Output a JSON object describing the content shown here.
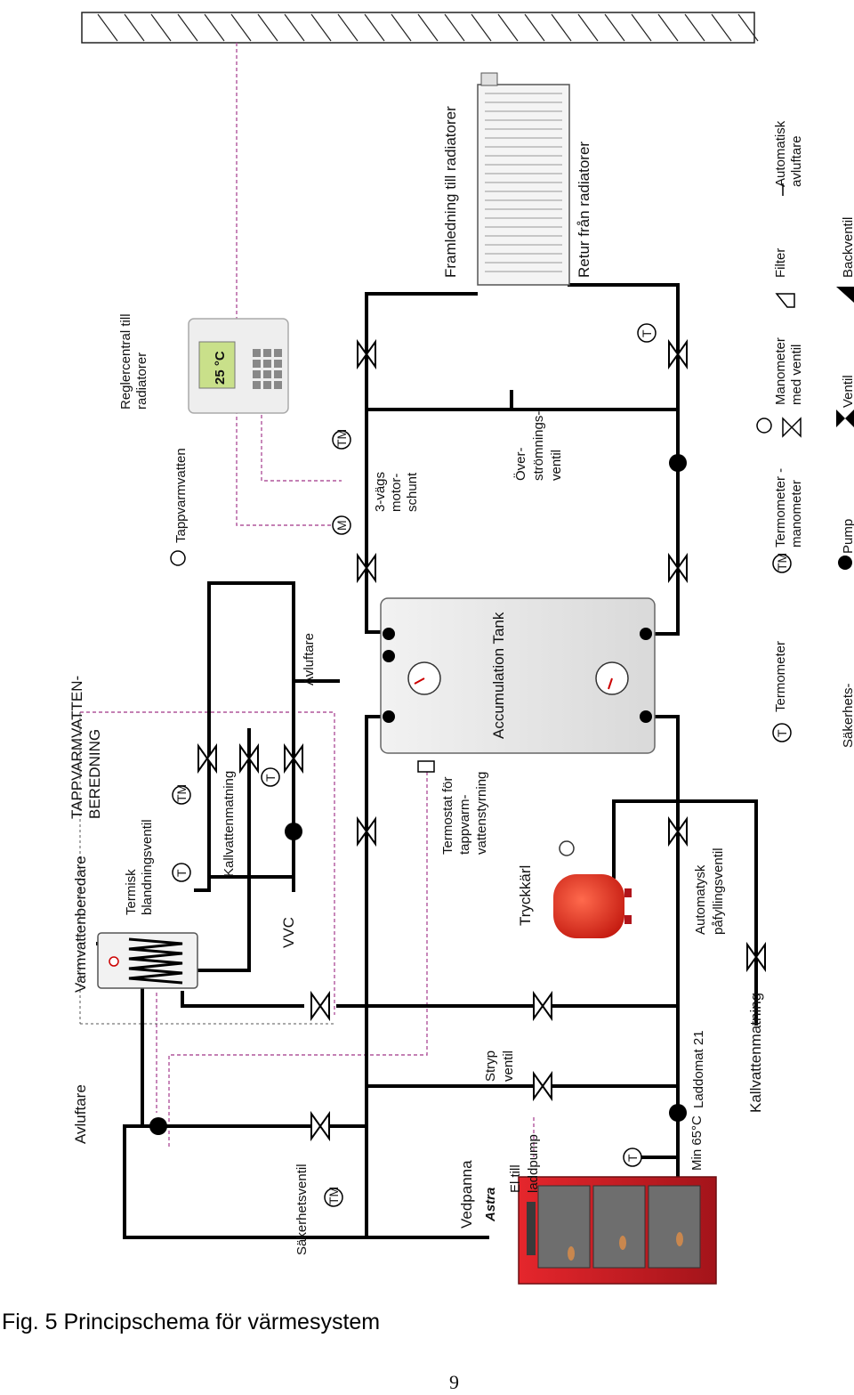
{
  "diagram": {
    "caption": "Fig. 5 Principschema för värmesystem",
    "page_number": "9",
    "labels": {
      "avluftare_top": "Avluftare",
      "varmvattenberedare": "Varmvattenberedare",
      "tappvarmvatten_beredning_1": "TAPPVARMVATTEN-",
      "tappvarmvatten_beredning_2": "BEREDNING",
      "termisk_1": "Termisk",
      "termisk_2": "blandningsventil",
      "kallvattenmatning_top": "Kallvattenmatning",
      "vvc": "VVC",
      "tappvarmvatten": "Tappvarmvatten",
      "reglercentral_1": "Reglercentral till",
      "reglercentral_2": "radiatorer",
      "display_value": "25 °C",
      "sakerhetsventil": "Säkerhetsventil",
      "avluftare_mid": "Avluftare",
      "vedpanna": "Vedpanna",
      "astra_logo": "Astra",
      "el_laddpump_1": "El till",
      "el_laddpump_2": "laddpump",
      "stryp_1": "Stryp",
      "stryp_2": "ventil",
      "termostat_1": "Termostat för",
      "termostat_2": "tappvarm-",
      "termostat_3": "vattenstyrning",
      "accumulation_tank": "Accumulation Tank",
      "tryckkarl": "Tryckkärl",
      "trevags_1": "3-vägs",
      "trevags_2": "motor-",
      "trevags_3": "schunt",
      "overstromning_1": "Över-",
      "overstromning_2": "strömnings-",
      "overstromning_3": "ventil",
      "framledning": "Framledning till radiatorer",
      "retur": "Retur från radiatorer",
      "min65": "Min 65°C",
      "laddomat": "Laddomat 21",
      "kallvattenmatning_bottom": "Kallvattenmatning",
      "automatisk_pafyllning_1": "Automatysk",
      "automatisk_pafyllning_2": "påfyllingsventil",
      "symbol_T": "T",
      "symbol_TM": "TM",
      "symbol_M": "M"
    },
    "legend": {
      "termometer": "Termometer",
      "termometer_manometer_1": "Termometer -",
      "termometer_manometer_2": "manometer",
      "manometer_ventil_1": "Manometer",
      "manometer_ventil_2": "med ventil",
      "filter": "Filter",
      "automatisk_avluftare_1": "Automatisk",
      "automatisk_avluftare_2": "avluftare",
      "sakerhets": "Säkerhets-",
      "pump": "Pump",
      "ventil": "Ventil",
      "backventil": "Backventil"
    },
    "colors": {
      "pipe": "#000000",
      "control_wire": "#b0569c",
      "boiler_red": "#c81b22",
      "expansion_vessel_red": "#e23a2e",
      "display_green": "#c9e08a"
    }
  }
}
